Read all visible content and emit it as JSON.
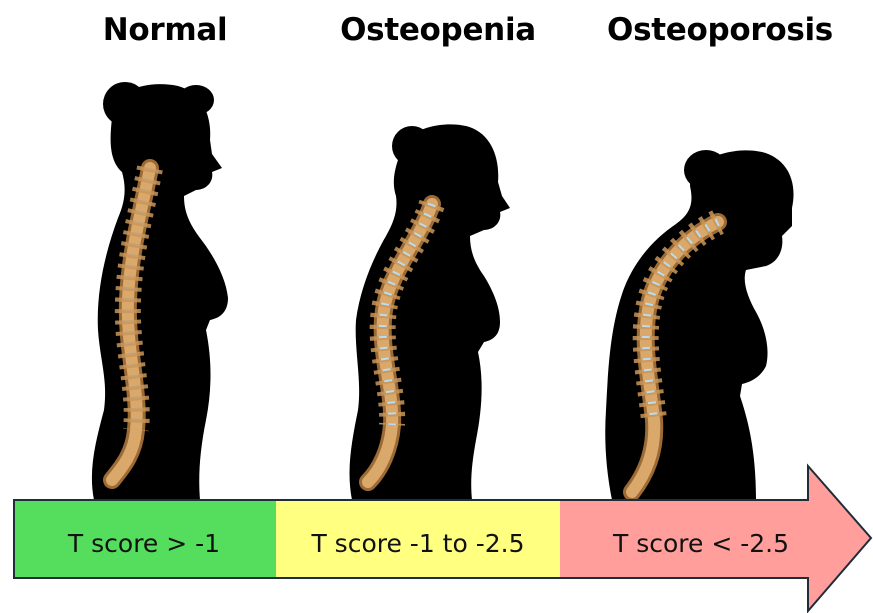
{
  "stages": [
    {
      "key": "normal",
      "title": "Normal",
      "t_score": "T score > -1",
      "color": "#55dd5e"
    },
    {
      "key": "osteopenia",
      "title": "Osteopenia",
      "t_score": "T score -1 to -2.5",
      "color": "#ffff80"
    },
    {
      "key": "osteoporosis",
      "title": "Osteoporosis",
      "t_score": "T score < -2.5",
      "color": "#ff9e9a"
    }
  ],
  "colors": {
    "silhouette": "#000000",
    "bone": "#d9a86a",
    "bone_shadow": "#9c6a35",
    "disc": "#b9dcef",
    "arrow_outline": "#1f2d3a"
  },
  "icons": [
    "woman-silhouette",
    "spine",
    "arrow-right"
  ]
}
